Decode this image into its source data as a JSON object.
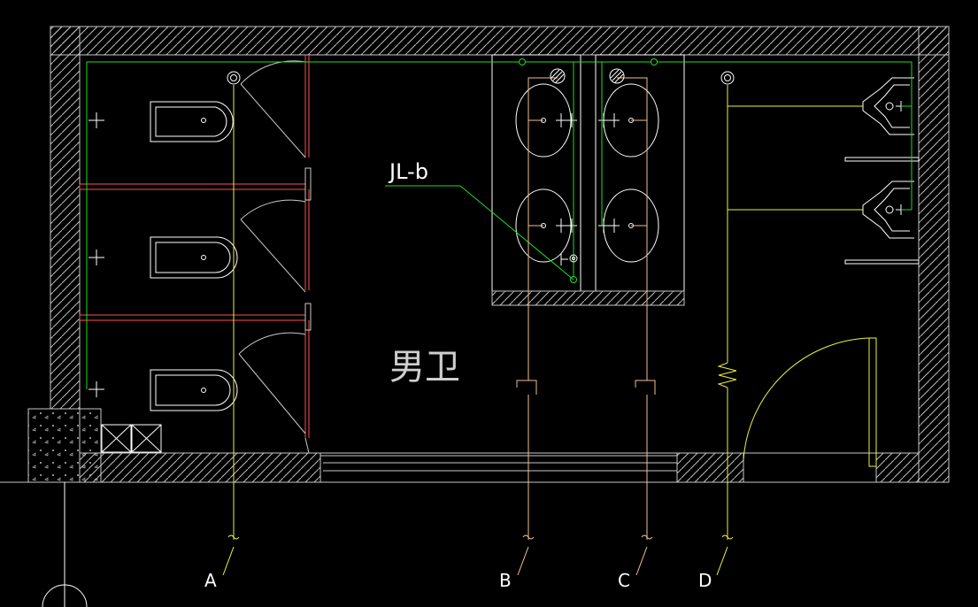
{
  "labels": {
    "riser": "JL-b",
    "room": "男卫",
    "pipe_a": "A",
    "pipe_b": "B",
    "pipe_c": "C",
    "pipe_d": "D"
  },
  "colors": {
    "background": "#000000",
    "wall": "#c8c8c8",
    "fixture": "#ffffff",
    "partition": "#ff5050",
    "water_supply": "#22dd22",
    "drain_yellow": "#f0f040",
    "drain_tan": "#f0c090"
  }
}
